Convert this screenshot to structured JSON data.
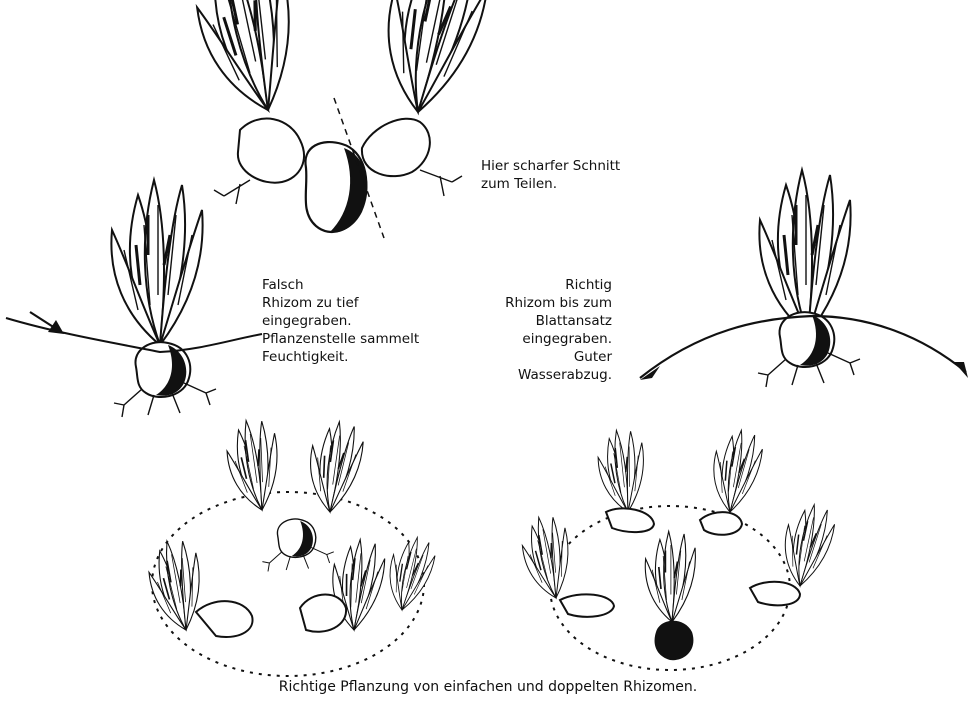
{
  "notes": {
    "cut": [
      "Hier scharfer Schnitt",
      "zum Teilen."
    ],
    "wrong": [
      "Falsch",
      "Rhizom zu tief",
      "eingegraben.",
      "Pflanzenstelle sammelt",
      "Feuchtigkeit."
    ],
    "right": [
      "Richtig",
      "Rhizom bis zum",
      "Blattansatz",
      "eingegraben.",
      "Guter",
      "Wasserabzug."
    ]
  },
  "caption": "Richtige Pflanzung von einfachen und doppelten Rhizomen."
}
